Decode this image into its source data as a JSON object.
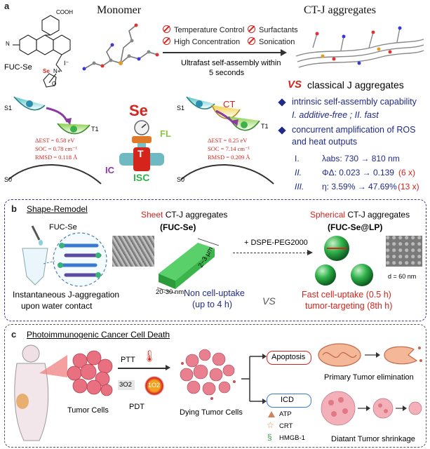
{
  "panel_a": {
    "label": "a",
    "monomer_title": "Monomer",
    "ctj_title": "CT-J aggregates",
    "molecule_name": "FUC-Se",
    "molecule_atoms": {
      "cooh": "COOH",
      "se": "Se",
      "n_plus": "N+",
      "iodide": "I⁻",
      "n": "N",
      "o": "O"
    },
    "conditions": [
      "Temperature Control",
      "Surfactants",
      "High Concentration",
      "Sonication"
    ],
    "assembly_text_1": "Ultrafast self-assembly within",
    "assembly_text_2": "5 seconds",
    "vs_text": "VS",
    "vs_suffix": "classical J aggregates",
    "features": [
      {
        "text": "intrinsic self-assembly capability"
      },
      {
        "text": "I. additive-free ; II. fast"
      },
      {
        "text": "concurrent amplification of ROS"
      },
      {
        "text": "and heat outputs"
      }
    ],
    "metrics": [
      {
        "num": "I.",
        "label": "λabs: 730 → 810 nm",
        "extra": ""
      },
      {
        "num": "II.",
        "label": "ΦΔ: 0.023 → 0.139",
        "extra": "(6 x)"
      },
      {
        "num": "III.",
        "label": "η: 3.59% → 47.69%",
        "extra": "(13 x)"
      }
    ],
    "left_energy": {
      "de": "ΔEST = 0.58 eV",
      "soc": "SOC = 0.78 cm⁻¹",
      "rmsd": "RMSD = 0.118 Å",
      "s1": "S1",
      "t1": "T1",
      "s0": "S0"
    },
    "right_energy": {
      "de": "ΔEST = 0.25 eV",
      "soc": "SOC = 7.14 cm⁻¹",
      "rmsd": "RMSD = 0.209 Å",
      "s1": "S1",
      "t1": "T1",
      "s0": "S0",
      "ct": "CT"
    },
    "center_labels": {
      "se": "Se",
      "fl": "FL",
      "ic": "IC",
      "isc": "ISC",
      "t": "T"
    }
  },
  "panel_b": {
    "label": "b",
    "heading": "Shape-Remodel",
    "molecule_name": "FUC-Se",
    "caption_1": "Instantaneous J-aggregation",
    "caption_2": "upon water contact",
    "sheet_title_1": "Sheet",
    "sheet_title_2": "CT-J aggregates",
    "sheet_name": "(FUC-Se)",
    "dim_1": "2~3 μm",
    "dim_2": "20-30 nm",
    "reagent": "+ DSPE-PEG2000",
    "sheet_result_1": "Non cell-uptake",
    "sheet_result_2": "(up to 4 h)",
    "vs": "VS",
    "sphere_title_1": "Spherical",
    "sphere_title_2": "CT-J aggregates",
    "sphere_name": "(FUC-Se@LP)",
    "diameter": "d = 60 nm",
    "sphere_result_1": "Fast cell-uptake (0.5 h)",
    "sphere_result_2": "tumor-targeting (8th h)"
  },
  "panel_c": {
    "label": "c",
    "heading": "Photoimmunogenic Cancer Cell Death",
    "ptt": "PTT",
    "pdt": "PDT",
    "o2_triplet": "3O2",
    "o2_singlet": "1O2",
    "tumor_cells": "Tumor Cells",
    "dying_cells": "Dying Tumor Cells",
    "apoptosis": "Apoptosis",
    "icd": "ICD",
    "primary": "Primary Tumor elimination",
    "distant": "Diatant Tumor shrinkage",
    "markers": [
      "ATP",
      "CRT",
      "HMGB-1"
    ]
  },
  "colors": {
    "red": "#d4241c",
    "navy": "#1f2a8a",
    "green": "#2fb34a",
    "border": "#3a3a8a"
  }
}
